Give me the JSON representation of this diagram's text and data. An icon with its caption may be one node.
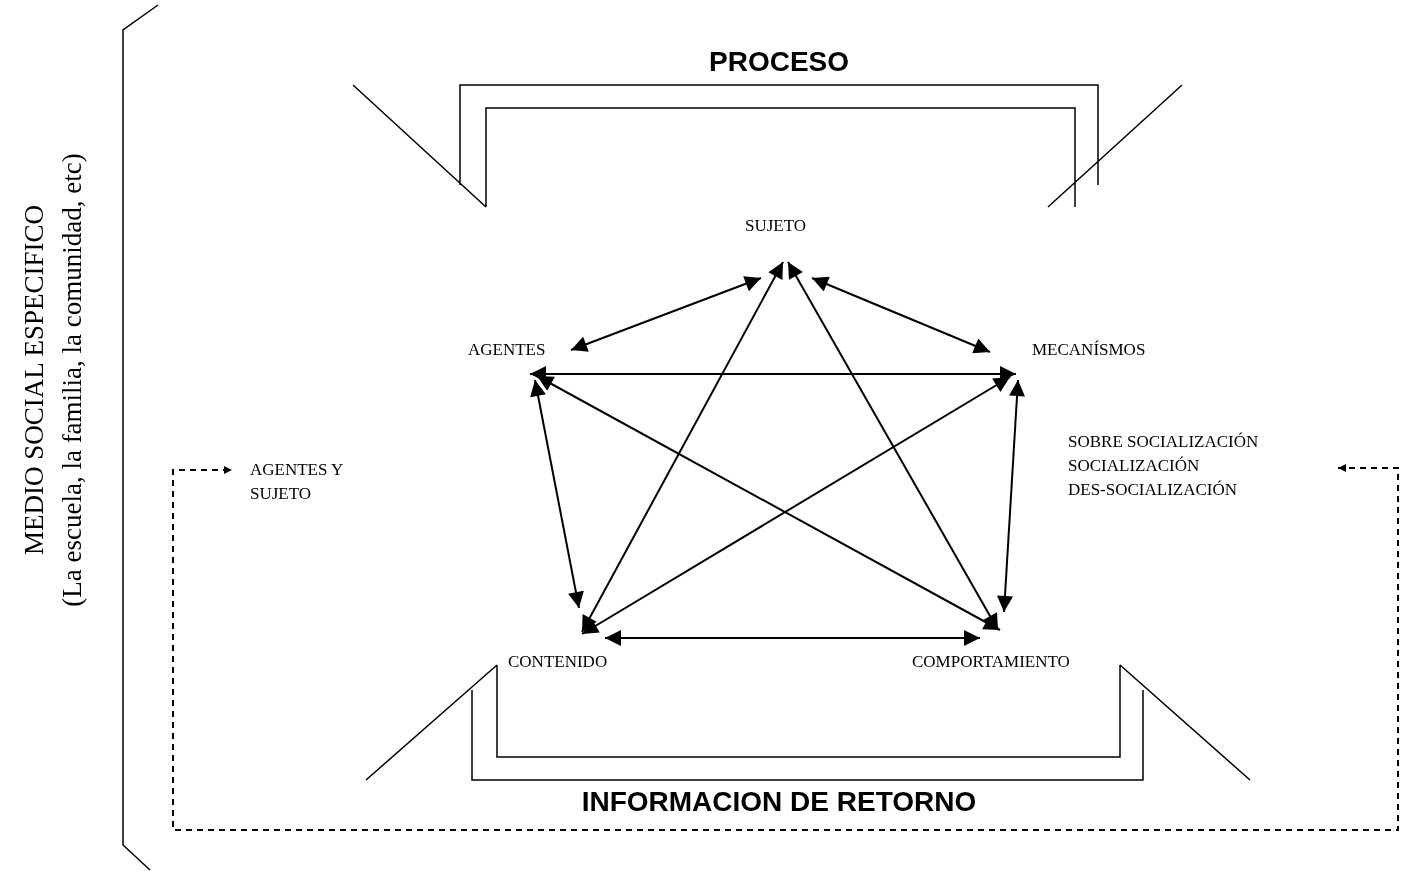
{
  "diagram": {
    "nodes": [
      {
        "text": [
          "SUJETO"
        ]
      },
      {
        "text": [
          "AGENTES"
        ]
      },
      {
        "text": [
          "MECANÍSMOS"
        ]
      },
      {
        "text": [
          "CONTENIDO"
        ]
      },
      {
        "text": [
          "COMPORTAMIENTO"
        ]
      },
      {
        "text": [
          "AGENTES Y SUJETO"
        ]
      },
      {
        "text": [
          "SOBRE SOCIALIZACIÓN",
          "SOCIALIZACIÓN",
          "DES-SOCIALIZACIÓN"
        ]
      }
    ],
    "edges": [
      {
        "from": 0,
        "to": 1,
        "arrow": "both"
      },
      {
        "from": 0,
        "to": 2,
        "arrow": "both"
      },
      {
        "from": 0,
        "to": 3,
        "arrow": "both"
      },
      {
        "from": 0,
        "to": 4,
        "arrow": "both"
      },
      {
        "from": 1,
        "to": 2,
        "arrow": "both"
      },
      {
        "from": 1,
        "to": 3,
        "arrow": "both"
      },
      {
        "from": 1,
        "to": 4,
        "arrow": "both"
      },
      {
        "from": 2,
        "to": 3,
        "arrow": "both"
      },
      {
        "from": 2,
        "to": 4,
        "arrow": "both"
      },
      {
        "from": 3,
        "to": 4,
        "arrow": "both"
      },
      {
        "from": 6,
        "to": 5,
        "arrow": "both",
        "style": "dashed"
      }
    ],
    "labels": [
      "PROCESO",
      "MEDIO SOCIAL ESPECIFICO",
      "(La escuela, la familia, la comunidad, etc)",
      "INFORMACION DE RETORNO"
    ]
  }
}
